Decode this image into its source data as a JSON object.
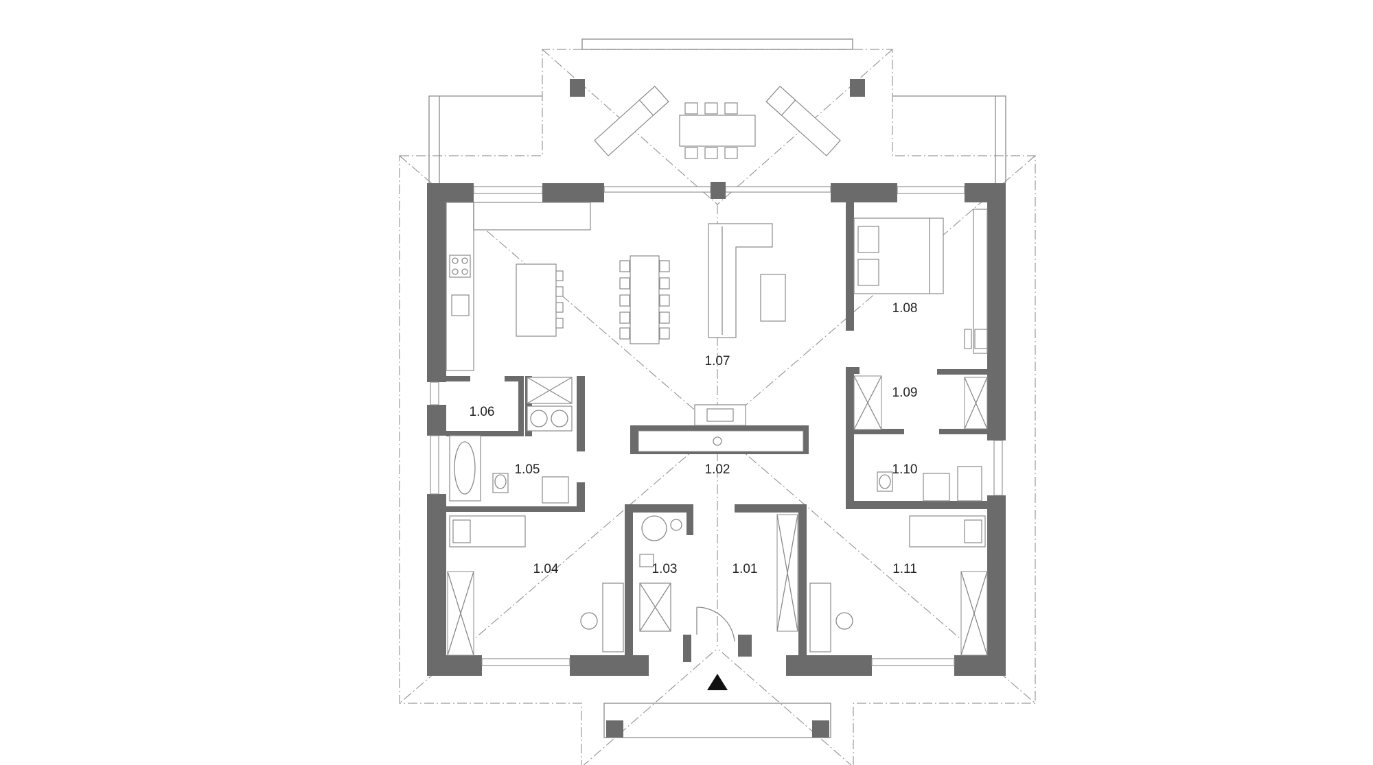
{
  "colors": {
    "wall": "#6b6b6b",
    "line": "#8a8a8a",
    "background": "#ffffff",
    "text": "#222222"
  },
  "rooms": [
    {
      "key": "r101",
      "label": "1.01"
    },
    {
      "key": "r102",
      "label": "1.02"
    },
    {
      "key": "r103",
      "label": "1.03"
    },
    {
      "key": "r104",
      "label": "1.04"
    },
    {
      "key": "r105",
      "label": "1.05"
    },
    {
      "key": "r106",
      "label": "1.06"
    },
    {
      "key": "r107",
      "label": "1.07"
    },
    {
      "key": "r108",
      "label": "1.08"
    },
    {
      "key": "r109",
      "label": "1.09"
    },
    {
      "key": "r110",
      "label": "1.10"
    },
    {
      "key": "r111",
      "label": "1.11"
    }
  ],
  "entrance_marker": "entrance-arrow-icon"
}
